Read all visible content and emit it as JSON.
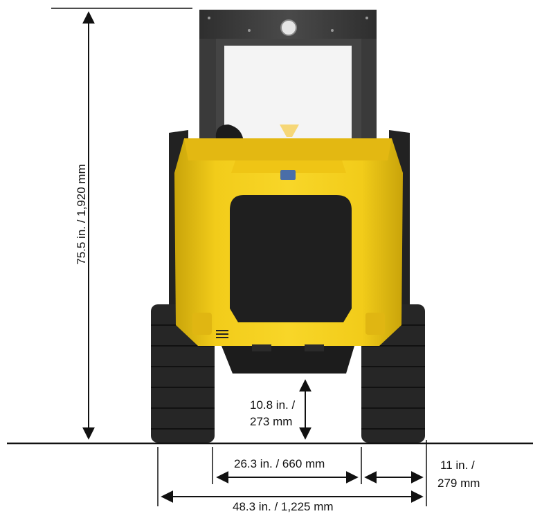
{
  "dimensions": {
    "overall_height": "75.5 in. / 1,920 mm",
    "ground_clearance_line1": "10.8 in. /",
    "ground_clearance_line2": "273 mm",
    "track_gap": "26.3 in. / 660 mm",
    "track_width_line1": "11 in. /",
    "track_width_line2": "279 mm",
    "overall_width": "48.3 in. / 1,225 mm"
  },
  "colors": {
    "body_yellow": "#f2cc1a",
    "body_yellow_dark": "#c9a40a",
    "panel_black": "#1f1f1f",
    "track": "#262626",
    "frame_gray": "#3d3d3d",
    "line": "#111111"
  }
}
